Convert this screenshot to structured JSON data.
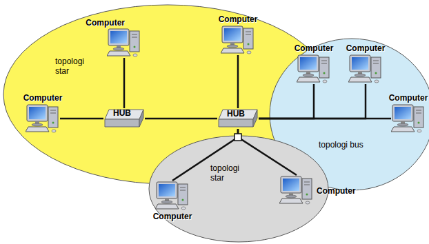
{
  "diagram": {
    "nodes": [
      {
        "text": [
          "topologi star"
        ]
      },
      {
        "text": [
          "Computer"
        ],
        "in": 0
      },
      {
        "text": [
          "Computer"
        ],
        "in": 0
      },
      {
        "text": [
          "Computer"
        ],
        "in": 0
      },
      {
        "text": [
          "HUB"
        ],
        "in": 0
      },
      {
        "text": [
          "HUB"
        ]
      },
      {
        "text": [
          "topologi bus"
        ]
      },
      {
        "text": [
          "Computer"
        ],
        "in": 6
      },
      {
        "text": [
          "Computer"
        ],
        "in": 6
      },
      {
        "text": [
          "Computer"
        ],
        "in": 6
      },
      {
        "text": [
          "topologi star"
        ]
      },
      {
        "text": [
          "Computer"
        ],
        "in": 10
      },
      {
        "text": [
          "Computer"
        ],
        "in": 10
      }
    ],
    "edges": [
      {
        "from": 4,
        "to": 1,
        "arrow": "none"
      },
      {
        "from": 4,
        "to": 3,
        "arrow": "none"
      },
      {
        "from": 4,
        "to": 5,
        "arrow": "none"
      },
      {
        "from": 5,
        "to": 2,
        "arrow": "none"
      },
      {
        "from": 5,
        "to": 7,
        "arrow": "none"
      },
      {
        "from": 5,
        "to": 8,
        "arrow": "none"
      },
      {
        "from": 5,
        "to": 9,
        "arrow": "none"
      },
      {
        "from": 5,
        "to": 11,
        "arrow": "none"
      },
      {
        "from": 5,
        "to": 12,
        "arrow": "none"
      }
    ]
  }
}
